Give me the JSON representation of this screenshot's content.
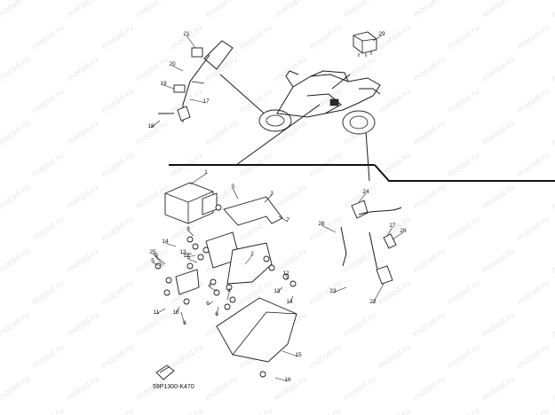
{
  "watermark": {
    "text": "motod.ru"
  },
  "diagram": {
    "code": "59P1300-K470",
    "callouts": [
      "1",
      "2",
      "3",
      "3",
      "4",
      "4",
      "5",
      "5",
      "6",
      "6",
      "6",
      "7",
      "8",
      "9",
      "10",
      "11",
      "12",
      "12",
      "13",
      "13",
      "14",
      "14",
      "15",
      "16",
      "17",
      "18",
      "19",
      "20",
      "21",
      "22",
      "23",
      "24",
      "25",
      "26",
      "27",
      "28",
      "29"
    ]
  }
}
